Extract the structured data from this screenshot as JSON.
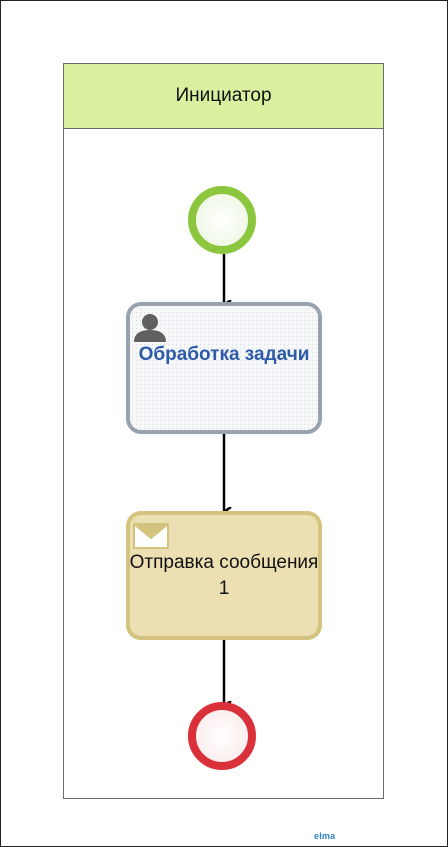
{
  "lane": {
    "title": "Инициатор",
    "header_color": "#d9f0a0"
  },
  "nodes": {
    "start_event": {
      "type": "start-event",
      "color": "#8cc63f"
    },
    "user_task": {
      "type": "user-task",
      "label": "Обработка задачи",
      "label_color": "#2d5ba7",
      "icon": "person-icon"
    },
    "send_task": {
      "type": "send-message-task",
      "label": "Отправка сообщения 1",
      "fill_color": "#ece0b2",
      "icon": "envelope-icon"
    },
    "end_event": {
      "type": "end-event",
      "color": "#d9303a"
    }
  },
  "flows": [
    {
      "from": "start_event",
      "to": "user_task"
    },
    {
      "from": "user_task",
      "to": "send_task"
    },
    {
      "from": "send_task",
      "to": "end_event"
    }
  ],
  "logo": {
    "mark": "elma",
    "tagline": ""
  }
}
